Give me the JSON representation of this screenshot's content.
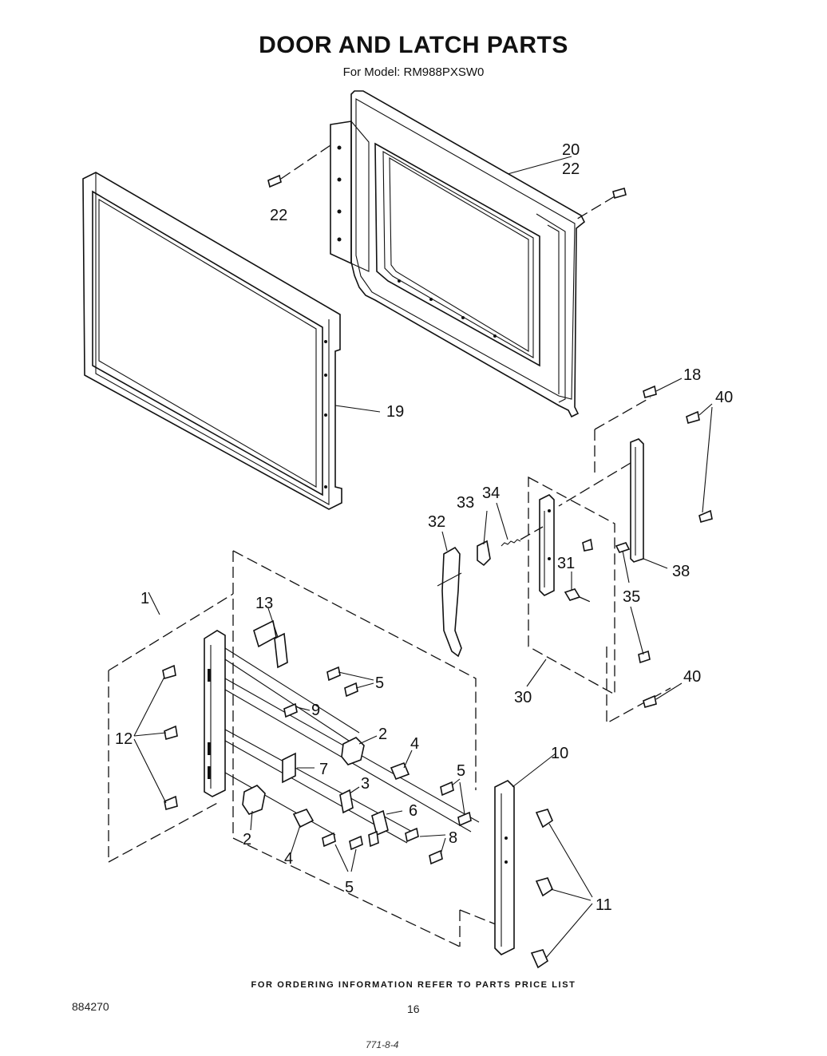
{
  "header": {
    "title": "DOOR AND LATCH PARTS",
    "subtitle": "For Model: RM988PXSW0"
  },
  "footer": {
    "ordering_note": "FOR ORDERING INFORMATION REFER TO PARTS PRICE LIST",
    "doc_number": "884270",
    "page_number": "16",
    "handwritten_mark": "771-8-4"
  },
  "callouts": {
    "c20": "20",
    "c22a": "22",
    "c22b": "22",
    "c19": "19",
    "c18": "18",
    "c40a": "40",
    "c40b": "40",
    "c34": "34",
    "c33": "33",
    "c32": "32",
    "c31": "31",
    "c35": "35",
    "c38": "38",
    "c30": "30",
    "c1": "1",
    "c13": "13",
    "c5a": "5",
    "c9": "9",
    "c12": "12",
    "c2a": "2",
    "c4a": "4",
    "c7": "7",
    "c5b": "5",
    "c3": "3",
    "c6": "6",
    "c8": "8",
    "c2b": "2",
    "c4b": "4",
    "c5c": "5",
    "c10": "10",
    "c11": "11"
  }
}
